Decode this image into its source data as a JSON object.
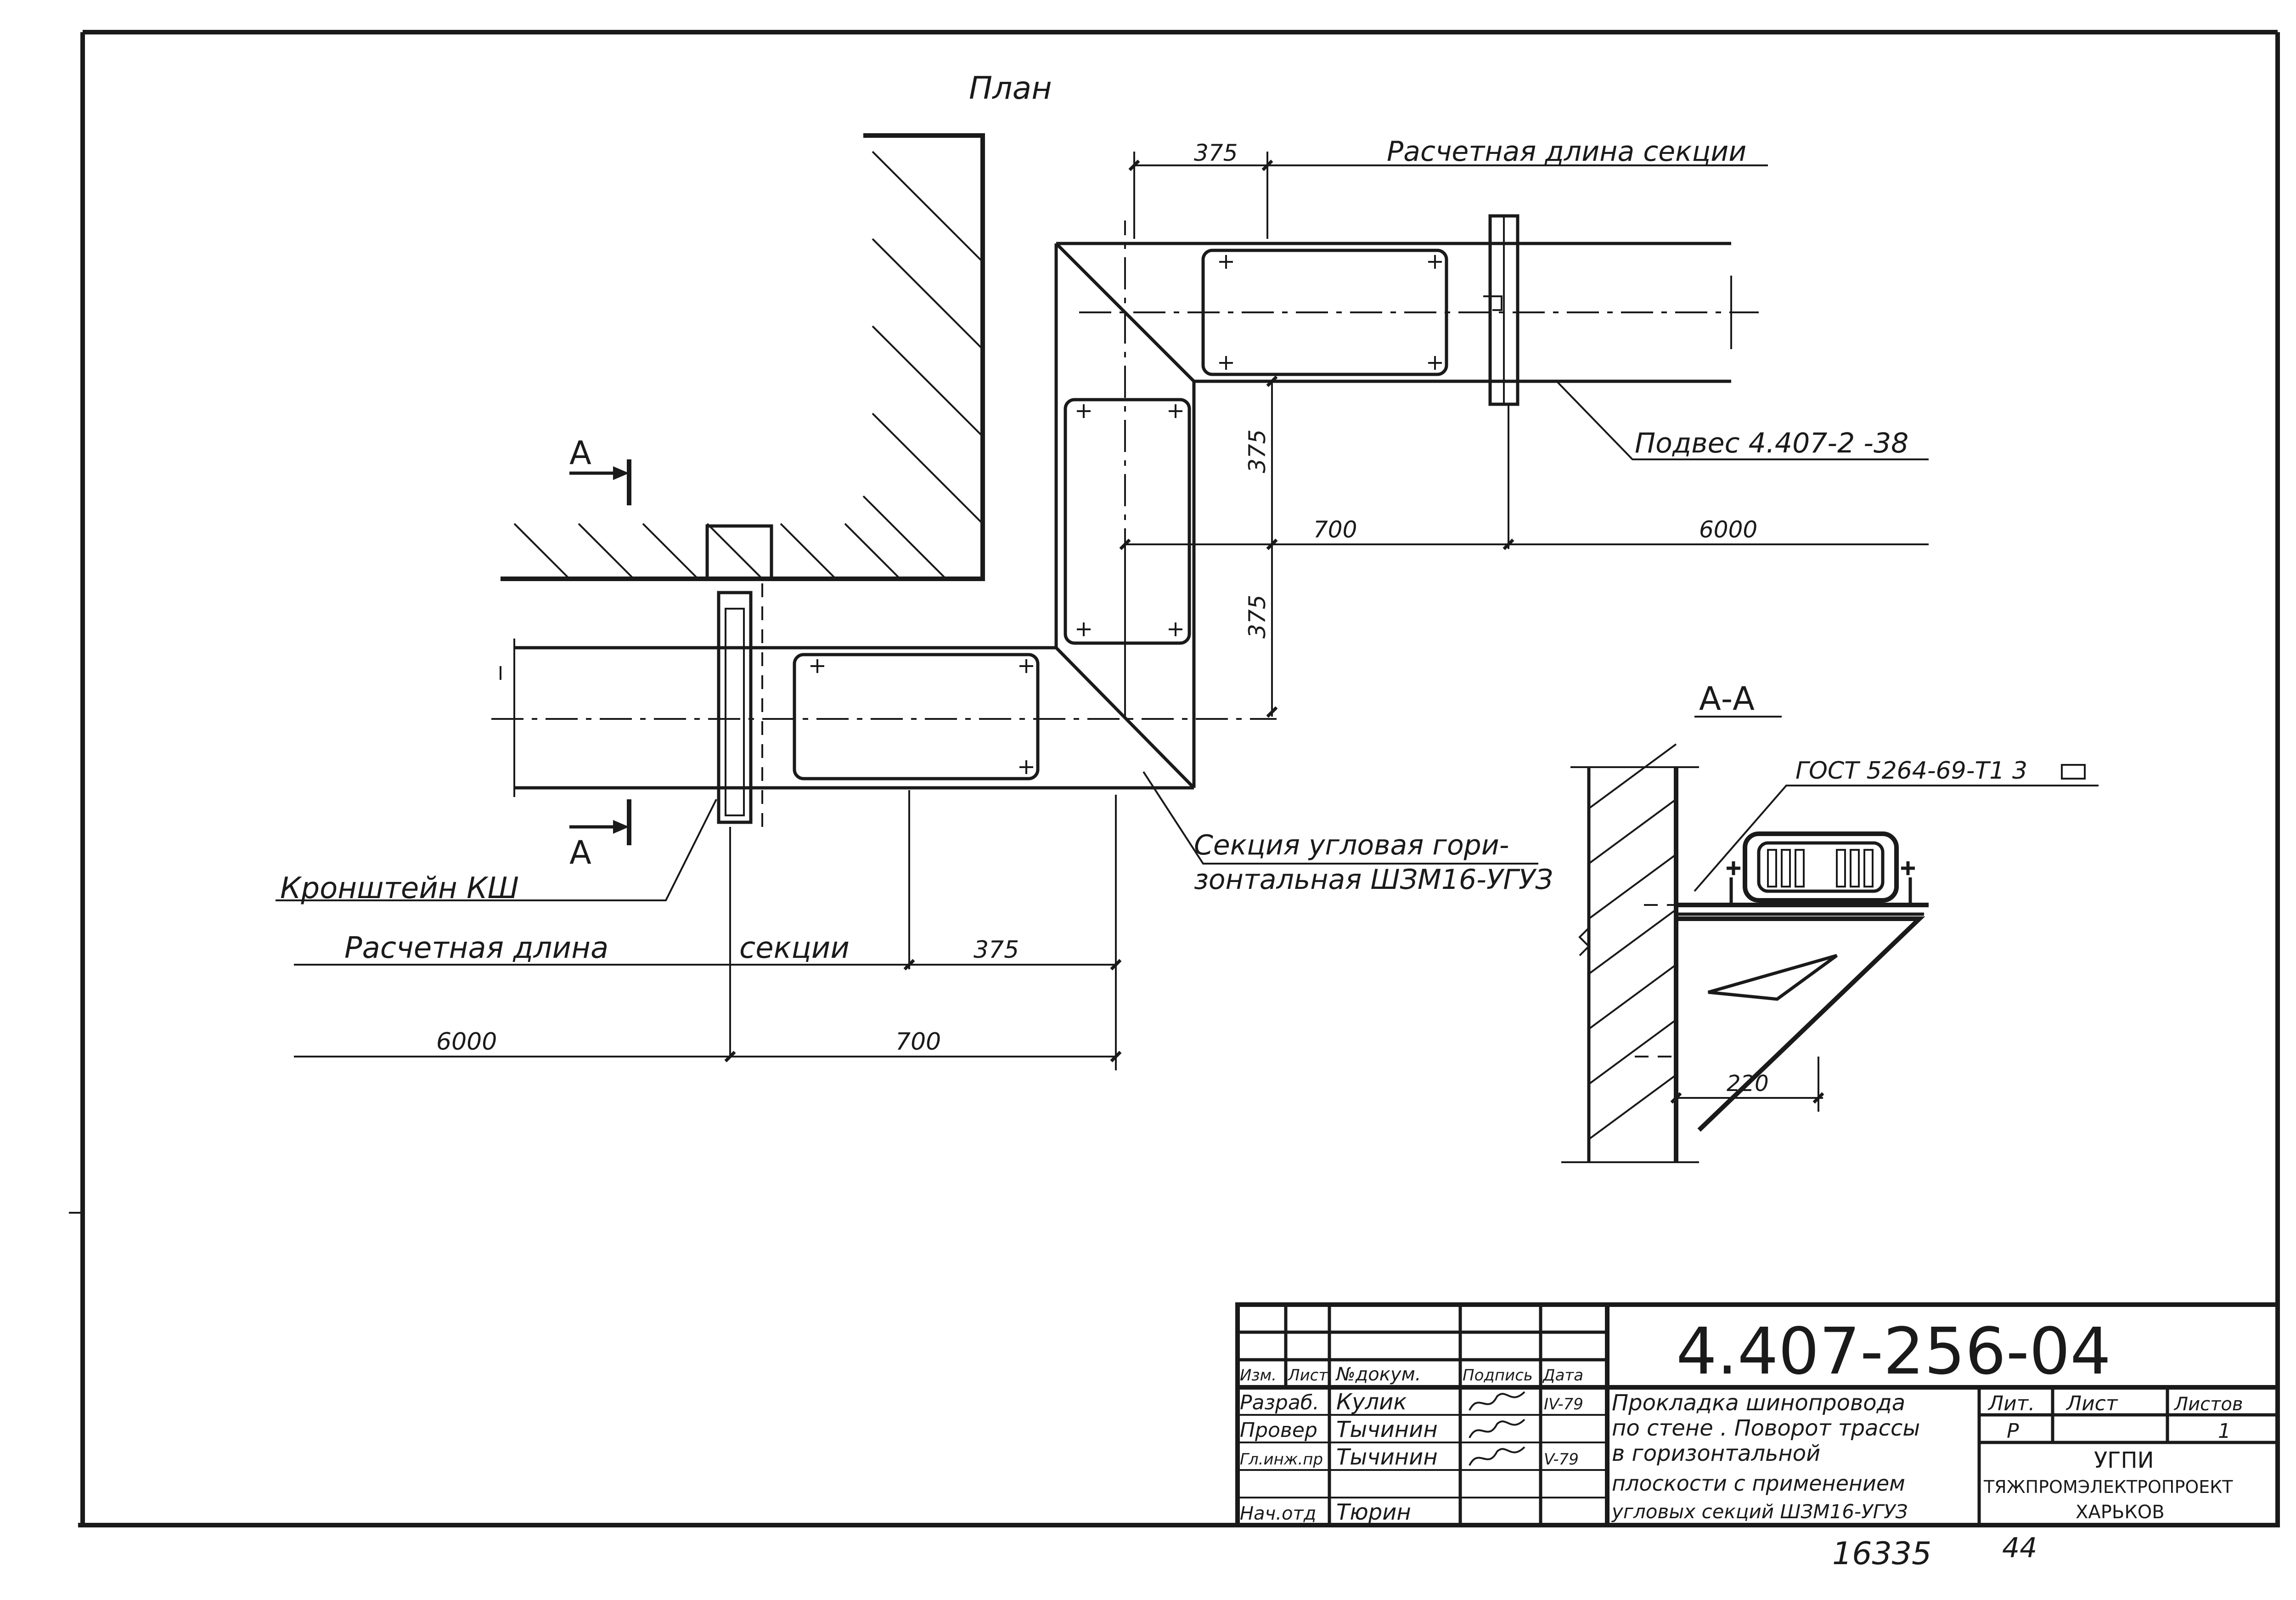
{
  "drawing": {
    "plan_title": "План",
    "section_mark": "А",
    "section_title": "А-А",
    "labels": {
      "calc_length_top": "Расчетная длина секции",
      "calc_length_bottom_a": "Расчетная длина",
      "calc_length_bottom_b": "секции",
      "hanger": "Подвес 4.407-2  -38",
      "bracket": "Кронштейн КШ",
      "corner_section_1": "Секция угловая гори-",
      "corner_section_2": "зонтальная ШЗМ16-УГУЗ",
      "gost": "ГОСТ 5264-69-Т1  3"
    },
    "dimensions": {
      "top_375": "375",
      "right_375_upper": "375",
      "right_375_lower": "375",
      "mid_700": "700",
      "mid_6000": "6000",
      "bottom_375": "375",
      "bottom_6000": "6000",
      "bottom_700": "700",
      "section_220": "220"
    }
  },
  "title_block": {
    "doc_number": "4.407-256-04",
    "headers": {
      "izm": "Изм.",
      "list": "Лист",
      "doc_no": "№докум.",
      "sign": "Подпись",
      "date": "Дата"
    },
    "rows": [
      {
        "role": "Разраб.",
        "name": "Кулик",
        "sign": "",
        "date": "IV-79"
      },
      {
        "role": "Провер",
        "name": "Тычинин",
        "sign": "",
        "date": ""
      },
      {
        "role": "Гл.инж.пр",
        "name": "Тычинин",
        "sign": "",
        "date": "V-79"
      },
      {
        "role": "",
        "name": "",
        "sign": "",
        "date": ""
      },
      {
        "role": "Нач.отд",
        "name": "Тюрин",
        "sign": "",
        "date": ""
      }
    ],
    "description": [
      "Прокладка шинопровода",
      "по стене . Поворот трассы",
      "в горизонтальной",
      "плоскости с применением",
      "угловых секций ШЗМ16-УГУЗ"
    ],
    "lit_header": "Лит.",
    "sheet_header": "Лист",
    "sheets_header": "Листов",
    "lit_value": "Р",
    "sheets_value": "1",
    "org_1": "УГПИ",
    "org_2": "ТЯЖПРОМЭЛЕКТРОПРОЕКТ",
    "org_3": "ХАРЬКОВ"
  },
  "footer": {
    "number": "16335",
    "page": "44"
  }
}
